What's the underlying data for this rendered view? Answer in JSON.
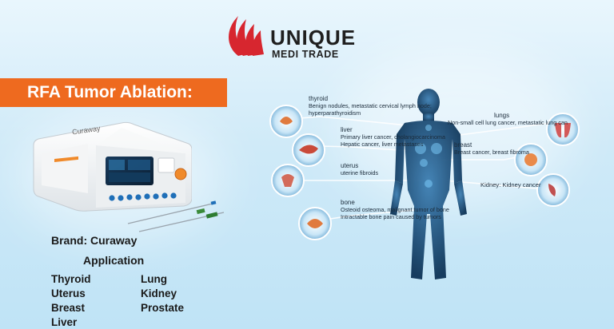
{
  "logo": {
    "title": "UNIQUE",
    "subtitle": "MEDI TRADE"
  },
  "banner": {
    "text": "RFA Tumor Ablation:"
  },
  "device": {
    "screen_label": "Curaway"
  },
  "brand": {
    "text": "Brand: Curaway"
  },
  "application": {
    "heading": "Application",
    "col1": [
      "Thyroid",
      "Uterus",
      "Breast",
      "Liver"
    ],
    "col2": [
      "Lung",
      "Kidney",
      "Prostate"
    ]
  },
  "organs": {
    "thyroid": {
      "title": "thyroid",
      "desc1": "Benign nodules, metastatic cervical lymph node;",
      "desc2": "hyperparathyroidism"
    },
    "liver": {
      "title": "liver",
      "desc1": "Primary liver cancer, cholangiocarcinoma",
      "desc2": "Hepatic cancer, liver metastases"
    },
    "uterus": {
      "title": "uterus",
      "desc1": "uterine fibroids"
    },
    "bone": {
      "title": "bone",
      "desc1": "Osteoid osteoma, malignant tumor of bone",
      "desc2": "Intractable bone pain caused by tumors"
    },
    "lungs": {
      "title": "lungs",
      "desc1": "Non-small cell lung cancer, metastatic lung can"
    },
    "breast": {
      "title": "breast",
      "desc1": "Breast cancer, breast fibroma"
    },
    "kidney": {
      "desc1": "Kidney: Kidney cancer"
    }
  },
  "colors": {
    "accent": "#ee6a1f",
    "logo_red": "#d7262f",
    "bg": "#cfeaf8"
  }
}
